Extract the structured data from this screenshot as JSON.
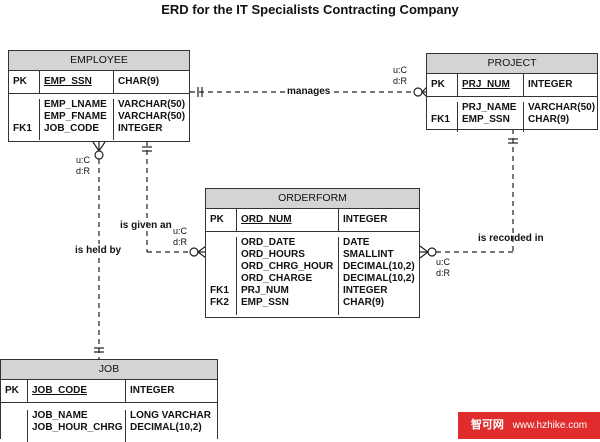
{
  "title": "ERD for the IT Specialists Contracting Company",
  "entities": {
    "employee": {
      "name": "EMPLOYEE",
      "pk_key": "PK",
      "pk_name": "EMP_SSN",
      "pk_type": "CHAR(9)",
      "attributes": [
        {
          "key": "",
          "name": "EMP_LNAME",
          "type": "VARCHAR(50)"
        },
        {
          "key": "",
          "name": "EMP_FNAME",
          "type": "VARCHAR(50)"
        },
        {
          "key": "FK1",
          "name": "JOB_CODE",
          "type": "INTEGER"
        }
      ]
    },
    "project": {
      "name": "PROJECT",
      "pk_key": "PK",
      "pk_name": "PRJ_NUM",
      "pk_type": "INTEGER",
      "attributes": [
        {
          "key": "",
          "name": "PRJ_NAME",
          "type": "VARCHAR(50)"
        },
        {
          "key": "FK1",
          "name": "EMP_SSN",
          "type": "CHAR(9)"
        }
      ]
    },
    "orderform": {
      "name": "ORDERFORM",
      "pk_key": "PK",
      "pk_name": "ORD_NUM",
      "pk_type": "INTEGER",
      "attributes": [
        {
          "key": "",
          "name": "ORD_DATE",
          "type": "DATE"
        },
        {
          "key": "",
          "name": "ORD_HOURS",
          "type": "SMALLINT"
        },
        {
          "key": "",
          "name": "ORD_CHRG_HOUR",
          "type": "DECIMAL(10,2)"
        },
        {
          "key": "",
          "name": "ORD_CHARGE",
          "type": "DECIMAL(10,2)"
        },
        {
          "key": "FK1",
          "name": "PRJ_NUM",
          "type": "INTEGER"
        },
        {
          "key": "FK2",
          "name": "EMP_SSN",
          "type": "CHAR(9)"
        }
      ]
    },
    "job": {
      "name": "JOB",
      "pk_key": "PK",
      "pk_name": "JOB_CODE",
      "pk_type": "INTEGER",
      "attributes": [
        {
          "key": "",
          "name": "JOB_NAME",
          "type": "LONG VARCHAR"
        },
        {
          "key": "",
          "name": "JOB_HOUR_CHRG",
          "type": "DECIMAL(10,2)"
        }
      ]
    }
  },
  "relationships": {
    "manages": "manages",
    "is_given_an": "is given an",
    "is_recorded_in": "is recorded in",
    "is_held_by": "is held by"
  },
  "cardinality": {
    "project_uc": "u:C",
    "project_dr": "d:R",
    "employee_uc": "u:C",
    "employee_dr": "d:R",
    "orderform_left_uc": "u:C",
    "orderform_left_dr": "d:R",
    "orderform_right_uc": "u:C",
    "orderform_right_dr": "d:R"
  },
  "watermark": {
    "brand": "智可网",
    "url": "www.hzhike.com"
  },
  "colors": {
    "header_fill": "#d4d4d4",
    "line": "#222222",
    "watermark_bg": "#e02c2c"
  }
}
